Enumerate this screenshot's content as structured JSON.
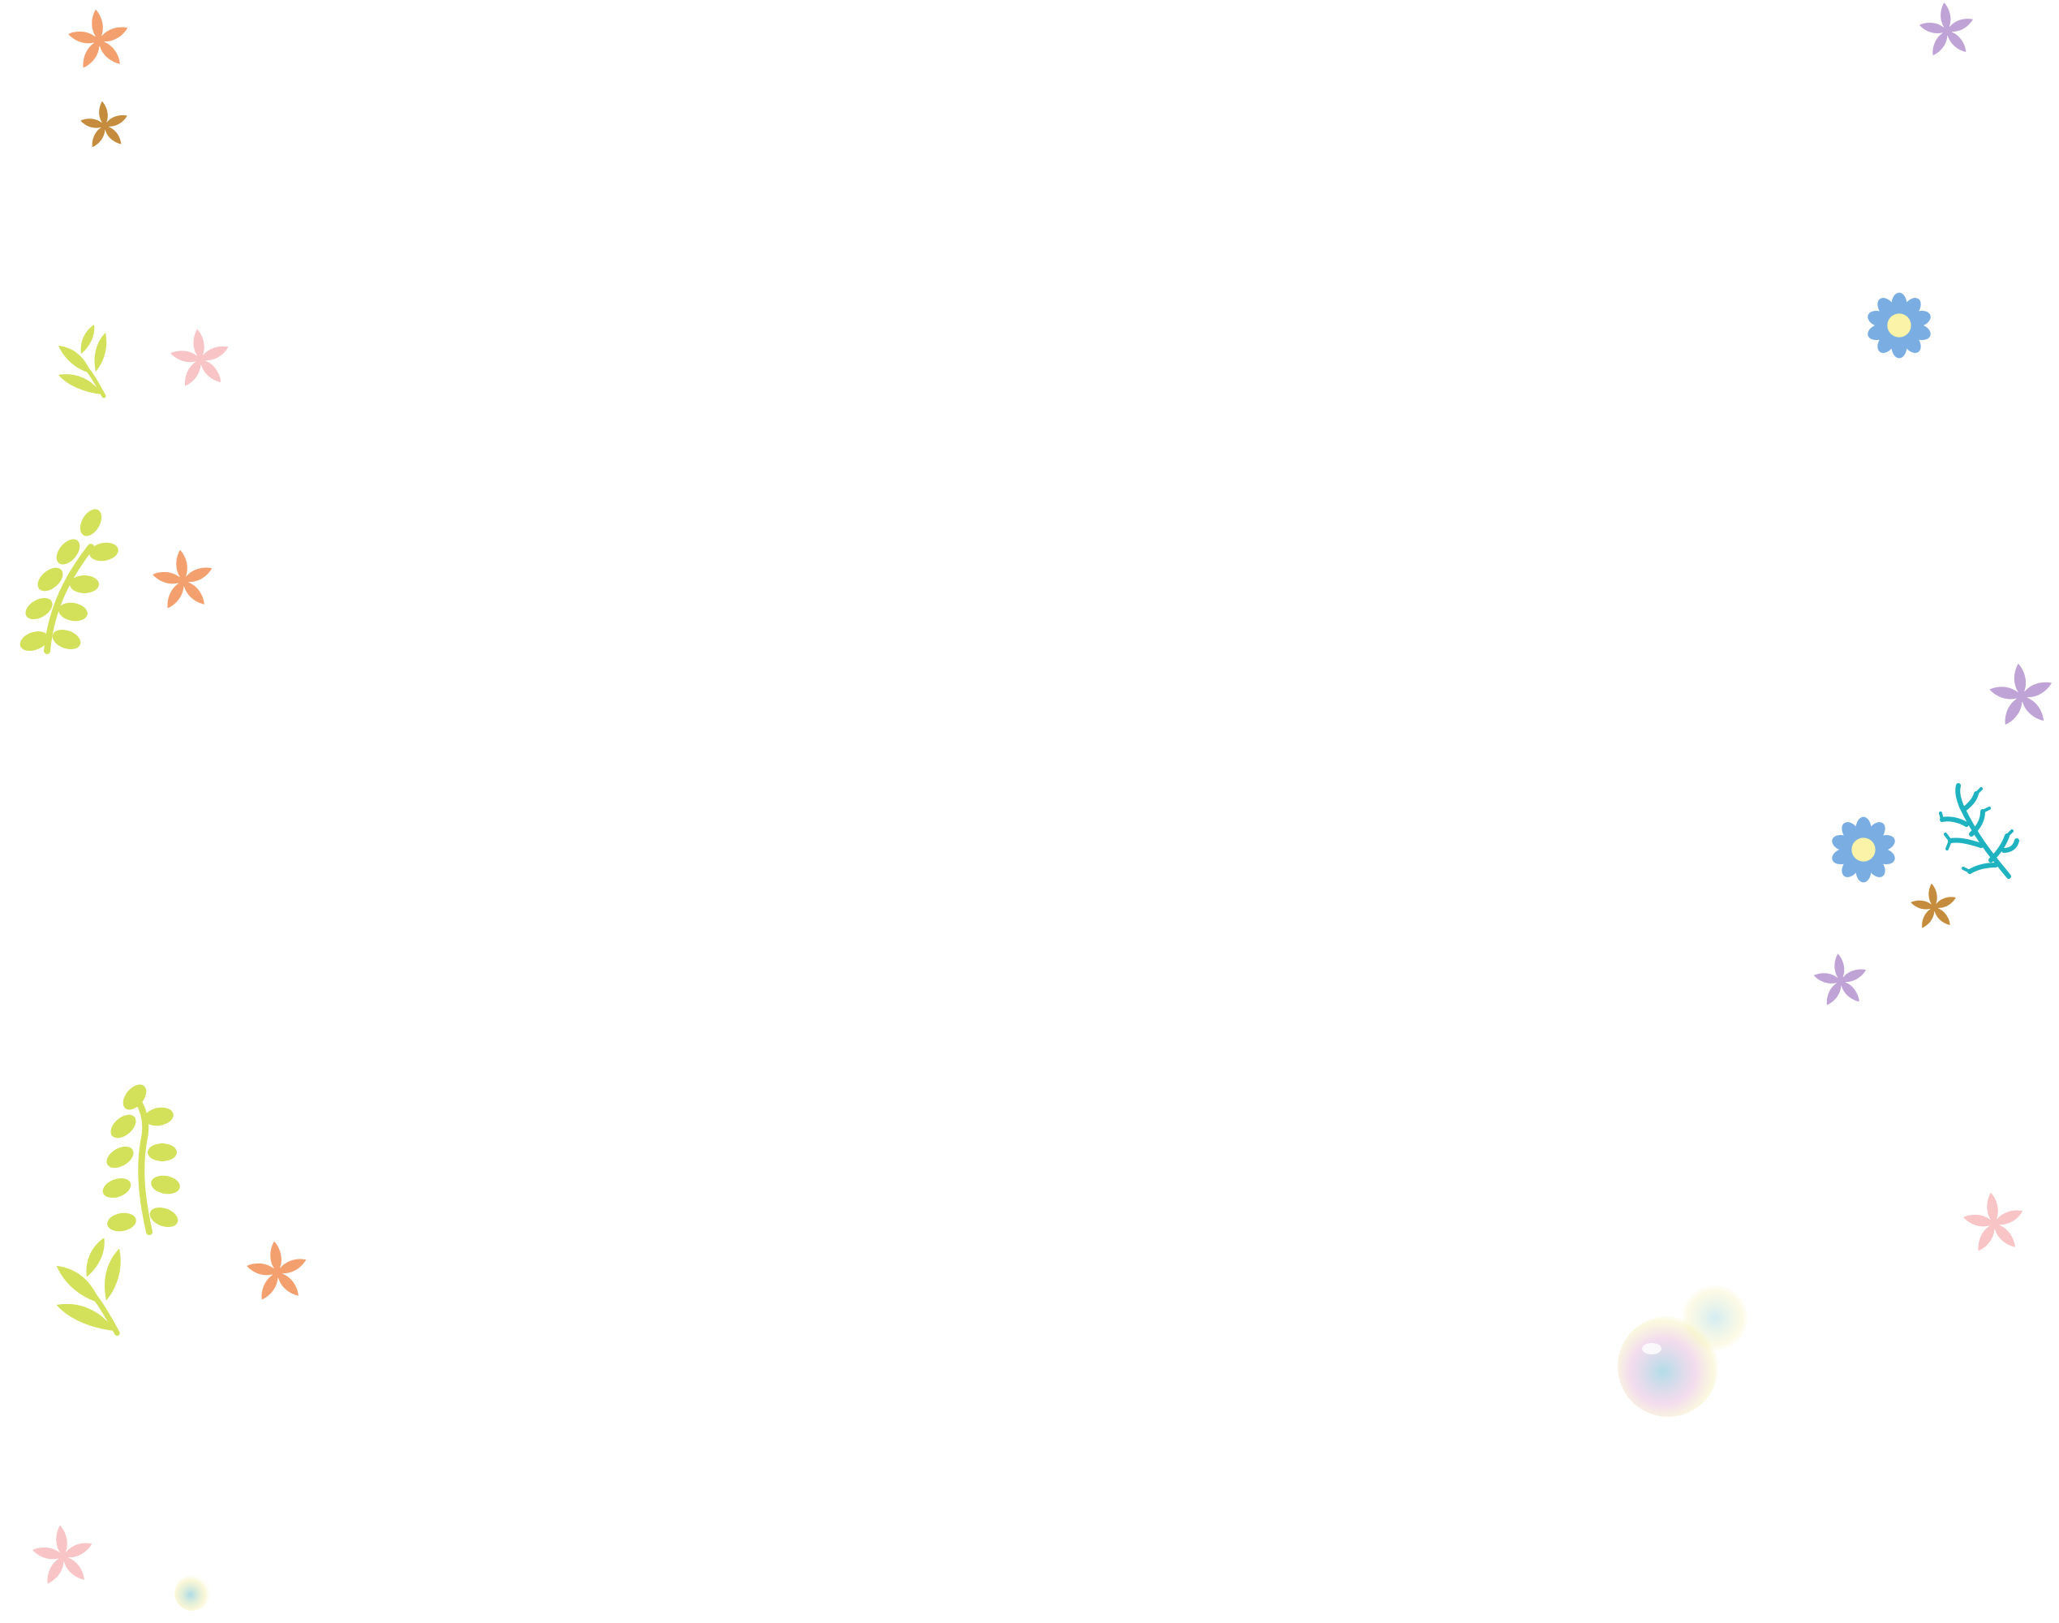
{
  "page": {
    "background": "#ffffff",
    "text": []
  },
  "palette": {
    "orange": "#F4A06E",
    "bronze": "#C48C3C",
    "pink": "#F8C4C6",
    "lavender": "#BFA3D6",
    "blue": "#7AAEE2",
    "center_yellow": "#FBF3A8",
    "leaf_green": "#D3E05A",
    "teal": "#1FB3C1",
    "bubble_blue": "#A8D9E6",
    "bubble_pink": "#EBC6E2",
    "bubble_yellow": "#F6F1B8"
  },
  "decorations": [
    {
      "name": "star-flower-icon",
      "color": "orange"
    },
    {
      "name": "star-flower-icon",
      "color": "bronze"
    },
    {
      "name": "leaf-sprig-icon",
      "color": "leaf_green"
    },
    {
      "name": "star-flower-icon",
      "color": "pink"
    },
    {
      "name": "leafy-stem-icon",
      "color": "leaf_green"
    },
    {
      "name": "star-flower-icon",
      "color": "orange"
    },
    {
      "name": "leafy-stem-icon",
      "color": "leaf_green"
    },
    {
      "name": "leaf-sprig-icon",
      "color": "leaf_green"
    },
    {
      "name": "star-flower-icon",
      "color": "orange"
    },
    {
      "name": "star-flower-icon",
      "color": "pink"
    },
    {
      "name": "bubble-icon",
      "color": "bubble_blue"
    },
    {
      "name": "star-flower-icon",
      "color": "lavender"
    },
    {
      "name": "daisy-flower-icon",
      "color": "blue"
    },
    {
      "name": "star-flower-icon",
      "color": "lavender"
    },
    {
      "name": "daisy-flower-icon",
      "color": "blue"
    },
    {
      "name": "coral-icon",
      "color": "teal"
    },
    {
      "name": "star-flower-icon",
      "color": "bronze"
    },
    {
      "name": "star-flower-icon",
      "color": "lavender"
    },
    {
      "name": "star-flower-icon",
      "color": "pink"
    },
    {
      "name": "bubble-cluster-icon",
      "color": "bubble_blue"
    }
  ]
}
